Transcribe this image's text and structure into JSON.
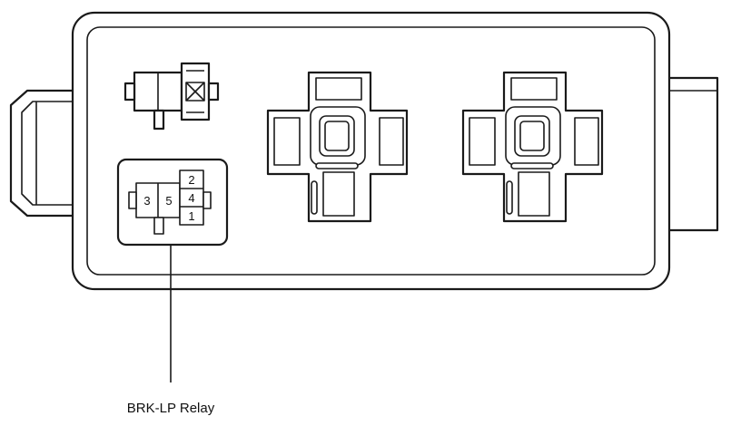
{
  "diagram": {
    "callout_label": "BRK-LP Relay",
    "relay_terminals": {
      "t3": "3",
      "t5": "5",
      "t2": "2",
      "t4": "4",
      "t1": "1"
    }
  }
}
